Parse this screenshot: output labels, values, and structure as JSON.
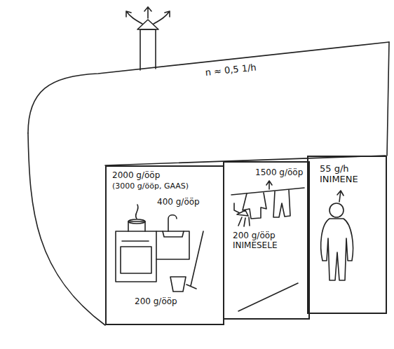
{
  "diagram": {
    "nodes": [
      {
        "text": [
          "2000 g/ööp",
          "(3000 g/ööp, GAAS)",
          "400 g/ööp",
          "200 g/ööp"
        ]
      },
      {
        "text": [
          "1500 g/ööp",
          "200 g/ööp INIMESELE"
        ]
      },
      {
        "text": [
          "55 g/h INIMENE"
        ]
      }
    ],
    "labels": [
      "n ≈ 0,5 1/h"
    ]
  }
}
